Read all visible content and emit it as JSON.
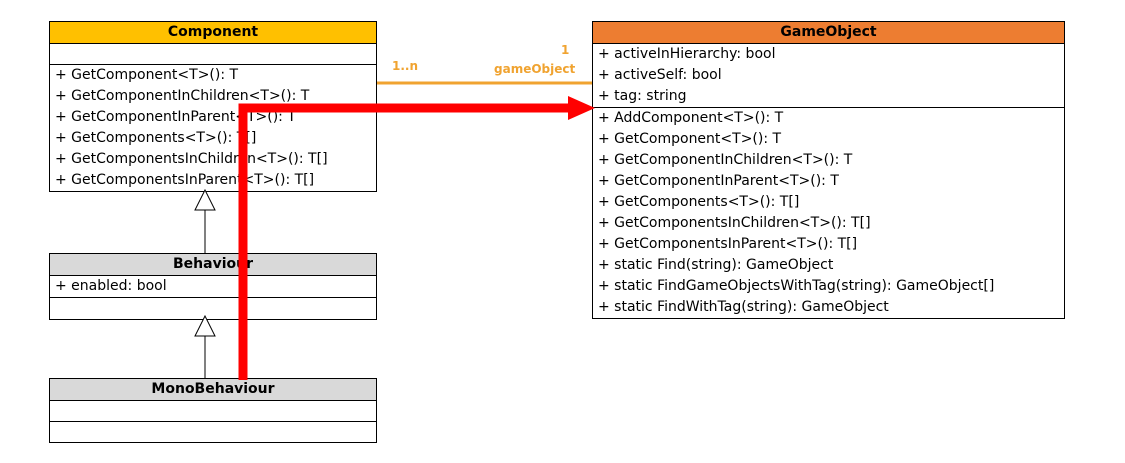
{
  "colors": {
    "component_header": "#ffc000",
    "gameobject_header": "#ed7d31",
    "behaviour_header": "#d9d9d9",
    "association_line": "#f0a330",
    "highlight_arrow": "#ff0000"
  },
  "component": {
    "name": "Component",
    "attributes": [],
    "methods": [
      "+ GetComponent<T>(): T",
      "+ GetComponentInChildren<T>(): T",
      "+ GetComponentInParent<T>(): T",
      "+ GetComponents<T>(): T[]",
      "+ GetComponentsInChildren<T>(): T[]",
      "+ GetComponentsInParent<T>(): T[]"
    ]
  },
  "behaviour": {
    "name": "Behaviour",
    "attributes": [
      "+ enabled: bool"
    ],
    "methods": []
  },
  "monobehaviour": {
    "name": "MonoBehaviour",
    "attributes": [],
    "methods": []
  },
  "gameobject": {
    "name": "GameObject",
    "attributes": [
      "+ activeInHierarchy: bool",
      "+ activeSelf: bool",
      "+ tag: string"
    ],
    "methods": [
      "+ AddComponent<T>(): T",
      "+ GetComponent<T>(): T",
      "+ GetComponentInChildren<T>(): T",
      "+ GetComponentInParent<T>(): T",
      "+ GetComponents<T>(): T[]",
      "+ GetComponentsInChildren<T>(): T[]",
      "+ GetComponentsInParent<T>(): T[]",
      "+ static Find(string): GameObject",
      "+ static FindGameObjectsWithTag(string): GameObject[]",
      "+ static FindWithTag(string): GameObject"
    ]
  },
  "association": {
    "component_end": "1..n",
    "gameobject_end": "1",
    "role": "gameObject"
  }
}
